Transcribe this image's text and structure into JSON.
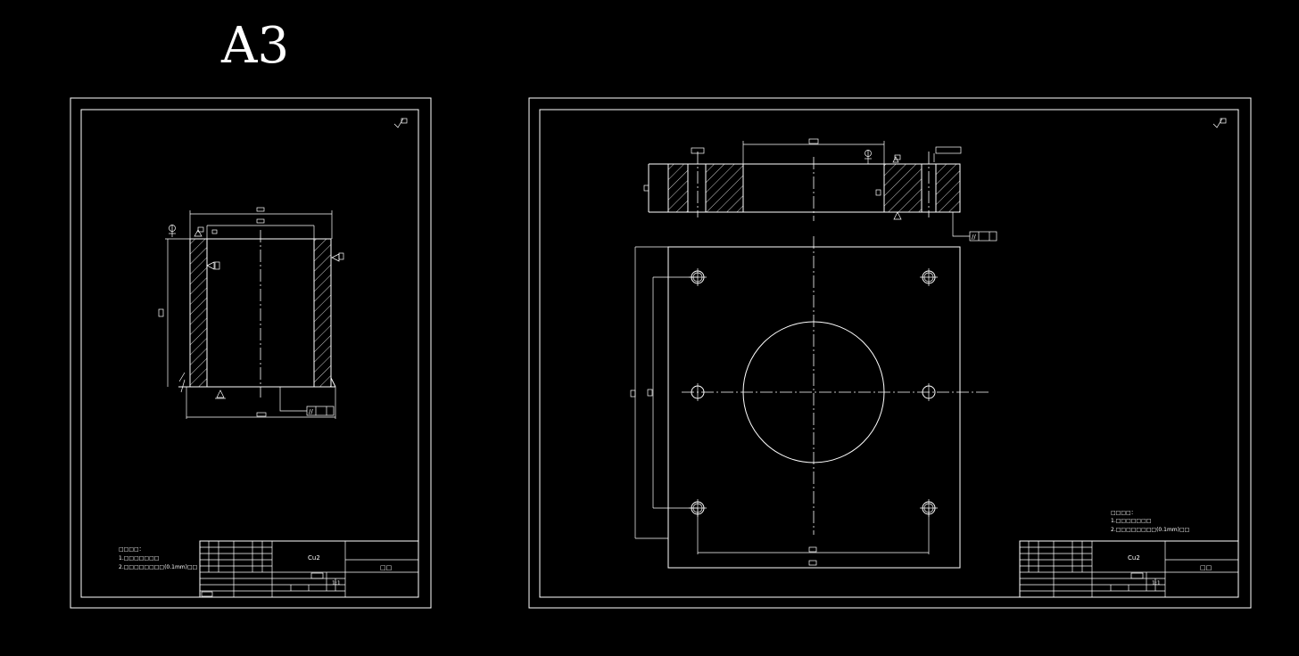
{
  "sheet": {
    "label": "A3",
    "background": "#000000",
    "line_color": "#ffffff"
  },
  "drawings": [
    {
      "title_block": {
        "material": "Cu2",
        "part_name": "□□",
        "scale": "1:1"
      },
      "notes": [
        "□□□□：",
        "1.□□□□□□□",
        "2.□□□□□□□□(0.1mm)□□"
      ]
    },
    {
      "title_block": {
        "material": "Cu2",
        "part_name": "□□",
        "scale": "1:1"
      },
      "notes": [
        "□□□□：",
        "1.□□□□□□□",
        "2.□□□□□□□□(0.1mm)□□"
      ]
    }
  ]
}
